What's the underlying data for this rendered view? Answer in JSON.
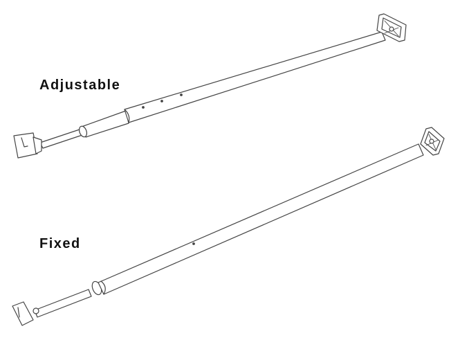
{
  "diagram": {
    "background": "#ffffff",
    "line_color": "#444444",
    "items": [
      {
        "label": "Adjustable",
        "type": "adjustable-rod"
      },
      {
        "label": "Fixed",
        "type": "fixed-rod"
      }
    ]
  }
}
